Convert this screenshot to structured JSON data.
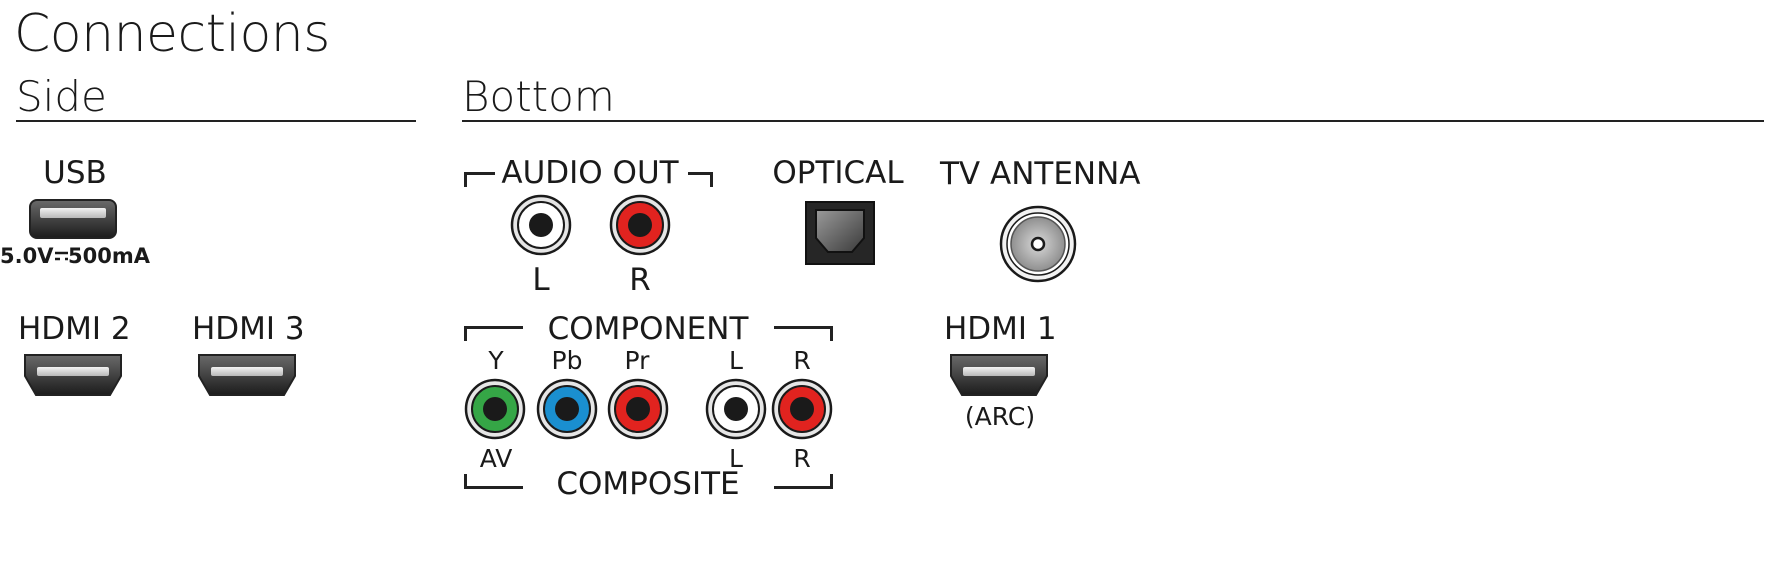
{
  "page_title": "Connections",
  "sections": {
    "side": {
      "title": "Side",
      "usb": {
        "label": "USB",
        "spec_left": "5.0V",
        "spec_right": "500mA"
      },
      "hdmi2": {
        "label": "HDMI 2"
      },
      "hdmi3": {
        "label": "HDMI 3"
      }
    },
    "bottom": {
      "title": "Bottom",
      "audio_out": {
        "label": "AUDIO OUT",
        "left": "L",
        "right": "R"
      },
      "optical": {
        "label": "OPTICAL"
      },
      "antenna": {
        "label": "TV ANTENNA"
      },
      "component": {
        "label": "COMPONENT",
        "y": "Y",
        "pb": "Pb",
        "pr": "Pr",
        "l": "L",
        "r": "R"
      },
      "composite": {
        "label": "COMPOSITE",
        "av": "AV",
        "l": "L",
        "r": "R"
      },
      "hdmi1": {
        "label": "HDMI 1",
        "sub": "(ARC)"
      }
    }
  },
  "colors": {
    "rca_white": "#ffffff",
    "rca_red": "#e1231f",
    "rca_green": "#35a646",
    "rca_blue": "#1a8fd0",
    "port_dark": "#3a3a3a"
  }
}
